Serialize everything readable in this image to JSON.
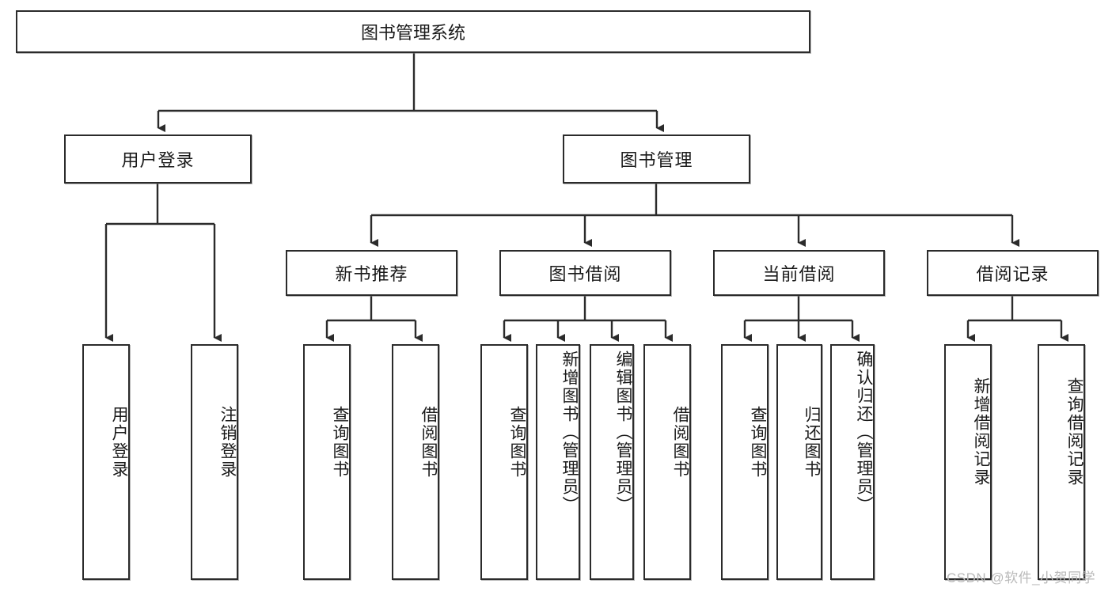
{
  "diagram": {
    "title": "图书管理系统",
    "type": "hierarchy-tree",
    "watermark": "CSDN @软件_小贺同学",
    "colors": {
      "box_border": "#2b2b2b",
      "box_fill": "#ffffff",
      "connector": "#2b2b2b",
      "text": "#1a1a1a",
      "watermark": "#b9b9b9"
    },
    "levels": {
      "root": {
        "label": "图书管理系统"
      },
      "level2": [
        {
          "label": "用户登录"
        },
        {
          "label": "图书管理"
        }
      ],
      "level3": [
        {
          "label": "新书推荐"
        },
        {
          "label": "图书借阅"
        },
        {
          "label": "当前借阅"
        },
        {
          "label": "借阅记录"
        }
      ],
      "leaves": [
        {
          "label": "用户登录",
          "parent": "用户登录"
        },
        {
          "label": "注销登录",
          "parent": "用户登录"
        },
        {
          "label": "查询图书",
          "parent": "新书推荐"
        },
        {
          "label": "借阅图书",
          "parent": "新书推荐"
        },
        {
          "label": "查询图书",
          "parent": "图书借阅"
        },
        {
          "label": "新增图书（管理员）",
          "parent": "图书借阅"
        },
        {
          "label": "编辑图书（管理员）",
          "parent": "图书借阅"
        },
        {
          "label": "借阅图书",
          "parent": "图书借阅"
        },
        {
          "label": "查询图书",
          "parent": "当前借阅"
        },
        {
          "label": "归还图书",
          "parent": "当前借阅"
        },
        {
          "label": "确认归还（管理员）",
          "parent": "当前借阅"
        },
        {
          "label": "新增借阅记录",
          "parent": "借阅记录"
        },
        {
          "label": "查询借阅记录",
          "parent": "借阅记录"
        }
      ]
    }
  }
}
